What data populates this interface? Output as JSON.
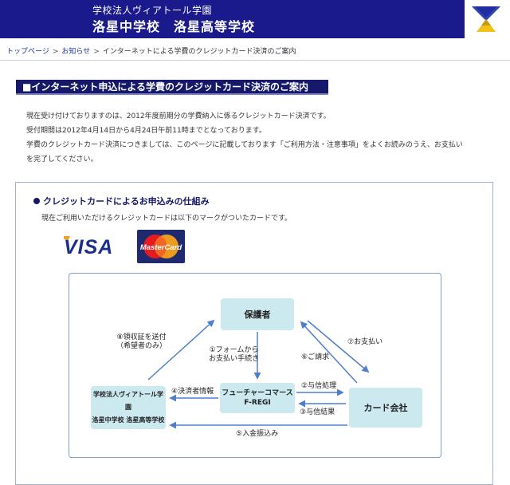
{
  "header": {
    "sub_title": "学校法人ヴィアトール学園",
    "main_title": "洛星中学校　洛星高等学校",
    "colors": {
      "band": "#1a1a8c",
      "logo_top": "#1f2f9e",
      "logo_bottom": "#f2c21a"
    }
  },
  "breadcrumb": {
    "items": [
      "トップページ",
      "お知らせ"
    ],
    "separator": ">",
    "current": "インターネットによる学費のクレジットカード決済のご案内"
  },
  "heading": "■インターネット申込による学費のクレジットカード決済のご案内",
  "intro": {
    "lines": [
      "現在受け付けておりますのは、2012年度前期分の学費納入に係るクレジットカード決済です。",
      "受付期間は2012年4月14日から4月24日午前11時までとなっております。",
      "学費のクレジットカード決済につきましては、このページに記載しております「ご利用方法・注意事項」をよくお読みのうえ、お支払い",
      "を完了してください。"
    ]
  },
  "section": {
    "title": "クレジットカードによるお申込みの仕組み",
    "description": "現在ご利用いただけるクレジットカードは以下のマークがついたカードです。",
    "card_logos": [
      "VISA",
      "MasterCard"
    ]
  },
  "diagram": {
    "nodes": {
      "guardian": "保護者",
      "future_commerce": [
        "フューチャーコマース",
        "F-REGI"
      ],
      "school": [
        "学校法人ヴィアトール学園",
        "洛星中学校 洛星高等学校"
      ],
      "card_company": "カード会社"
    },
    "labels": {
      "step1": [
        "①フォームから",
        "お支払い手続き"
      ],
      "step2": "②与信処理",
      "step3": "③与信結果",
      "step4": "④決済者情報",
      "step5": "⑤入金振込み",
      "step6": "⑥ご請求",
      "step7": "⑦お支払い",
      "step8": [
        "⑧領収証を送付",
        "（希望者のみ）"
      ]
    },
    "colors": {
      "node_fill": "#cbe9ee",
      "arrow": "#4d7fce",
      "border": "#7f9fd2"
    }
  }
}
